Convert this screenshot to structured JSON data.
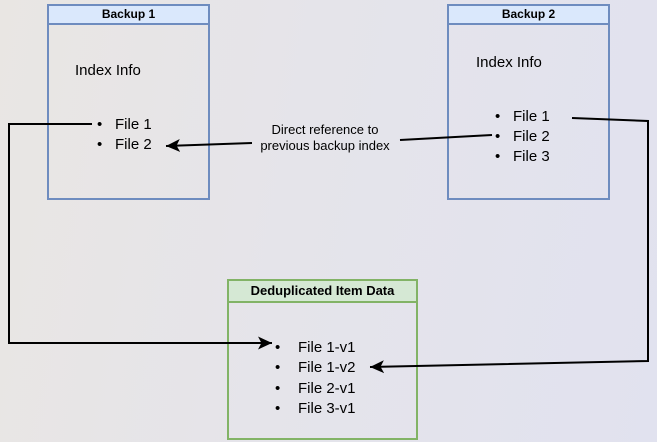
{
  "backup1": {
    "title": "Backup 1",
    "body_label": "Index Info",
    "files": [
      "File 1",
      "File 2"
    ]
  },
  "backup2": {
    "title": "Backup 2",
    "body_label": "Index Info",
    "files": [
      "File 1",
      "File 2",
      "File 3"
    ]
  },
  "dedup": {
    "title": "Deduplicated Item Data",
    "files": [
      "File 1-v1",
      "File 1-v2",
      "File 2-v1",
      "File 3-v1"
    ]
  },
  "annotation": {
    "line1": "Direct reference to",
    "line2": "previous backup index"
  },
  "colors": {
    "blue_border": "#6e8cbf",
    "blue_header_fill": "#dae8fc",
    "green_border": "#82b366",
    "green_header_fill": "#d5e8d4",
    "connector": "#000000",
    "background_start": "#e9e6e3",
    "background_end": "#e1e2ef"
  }
}
